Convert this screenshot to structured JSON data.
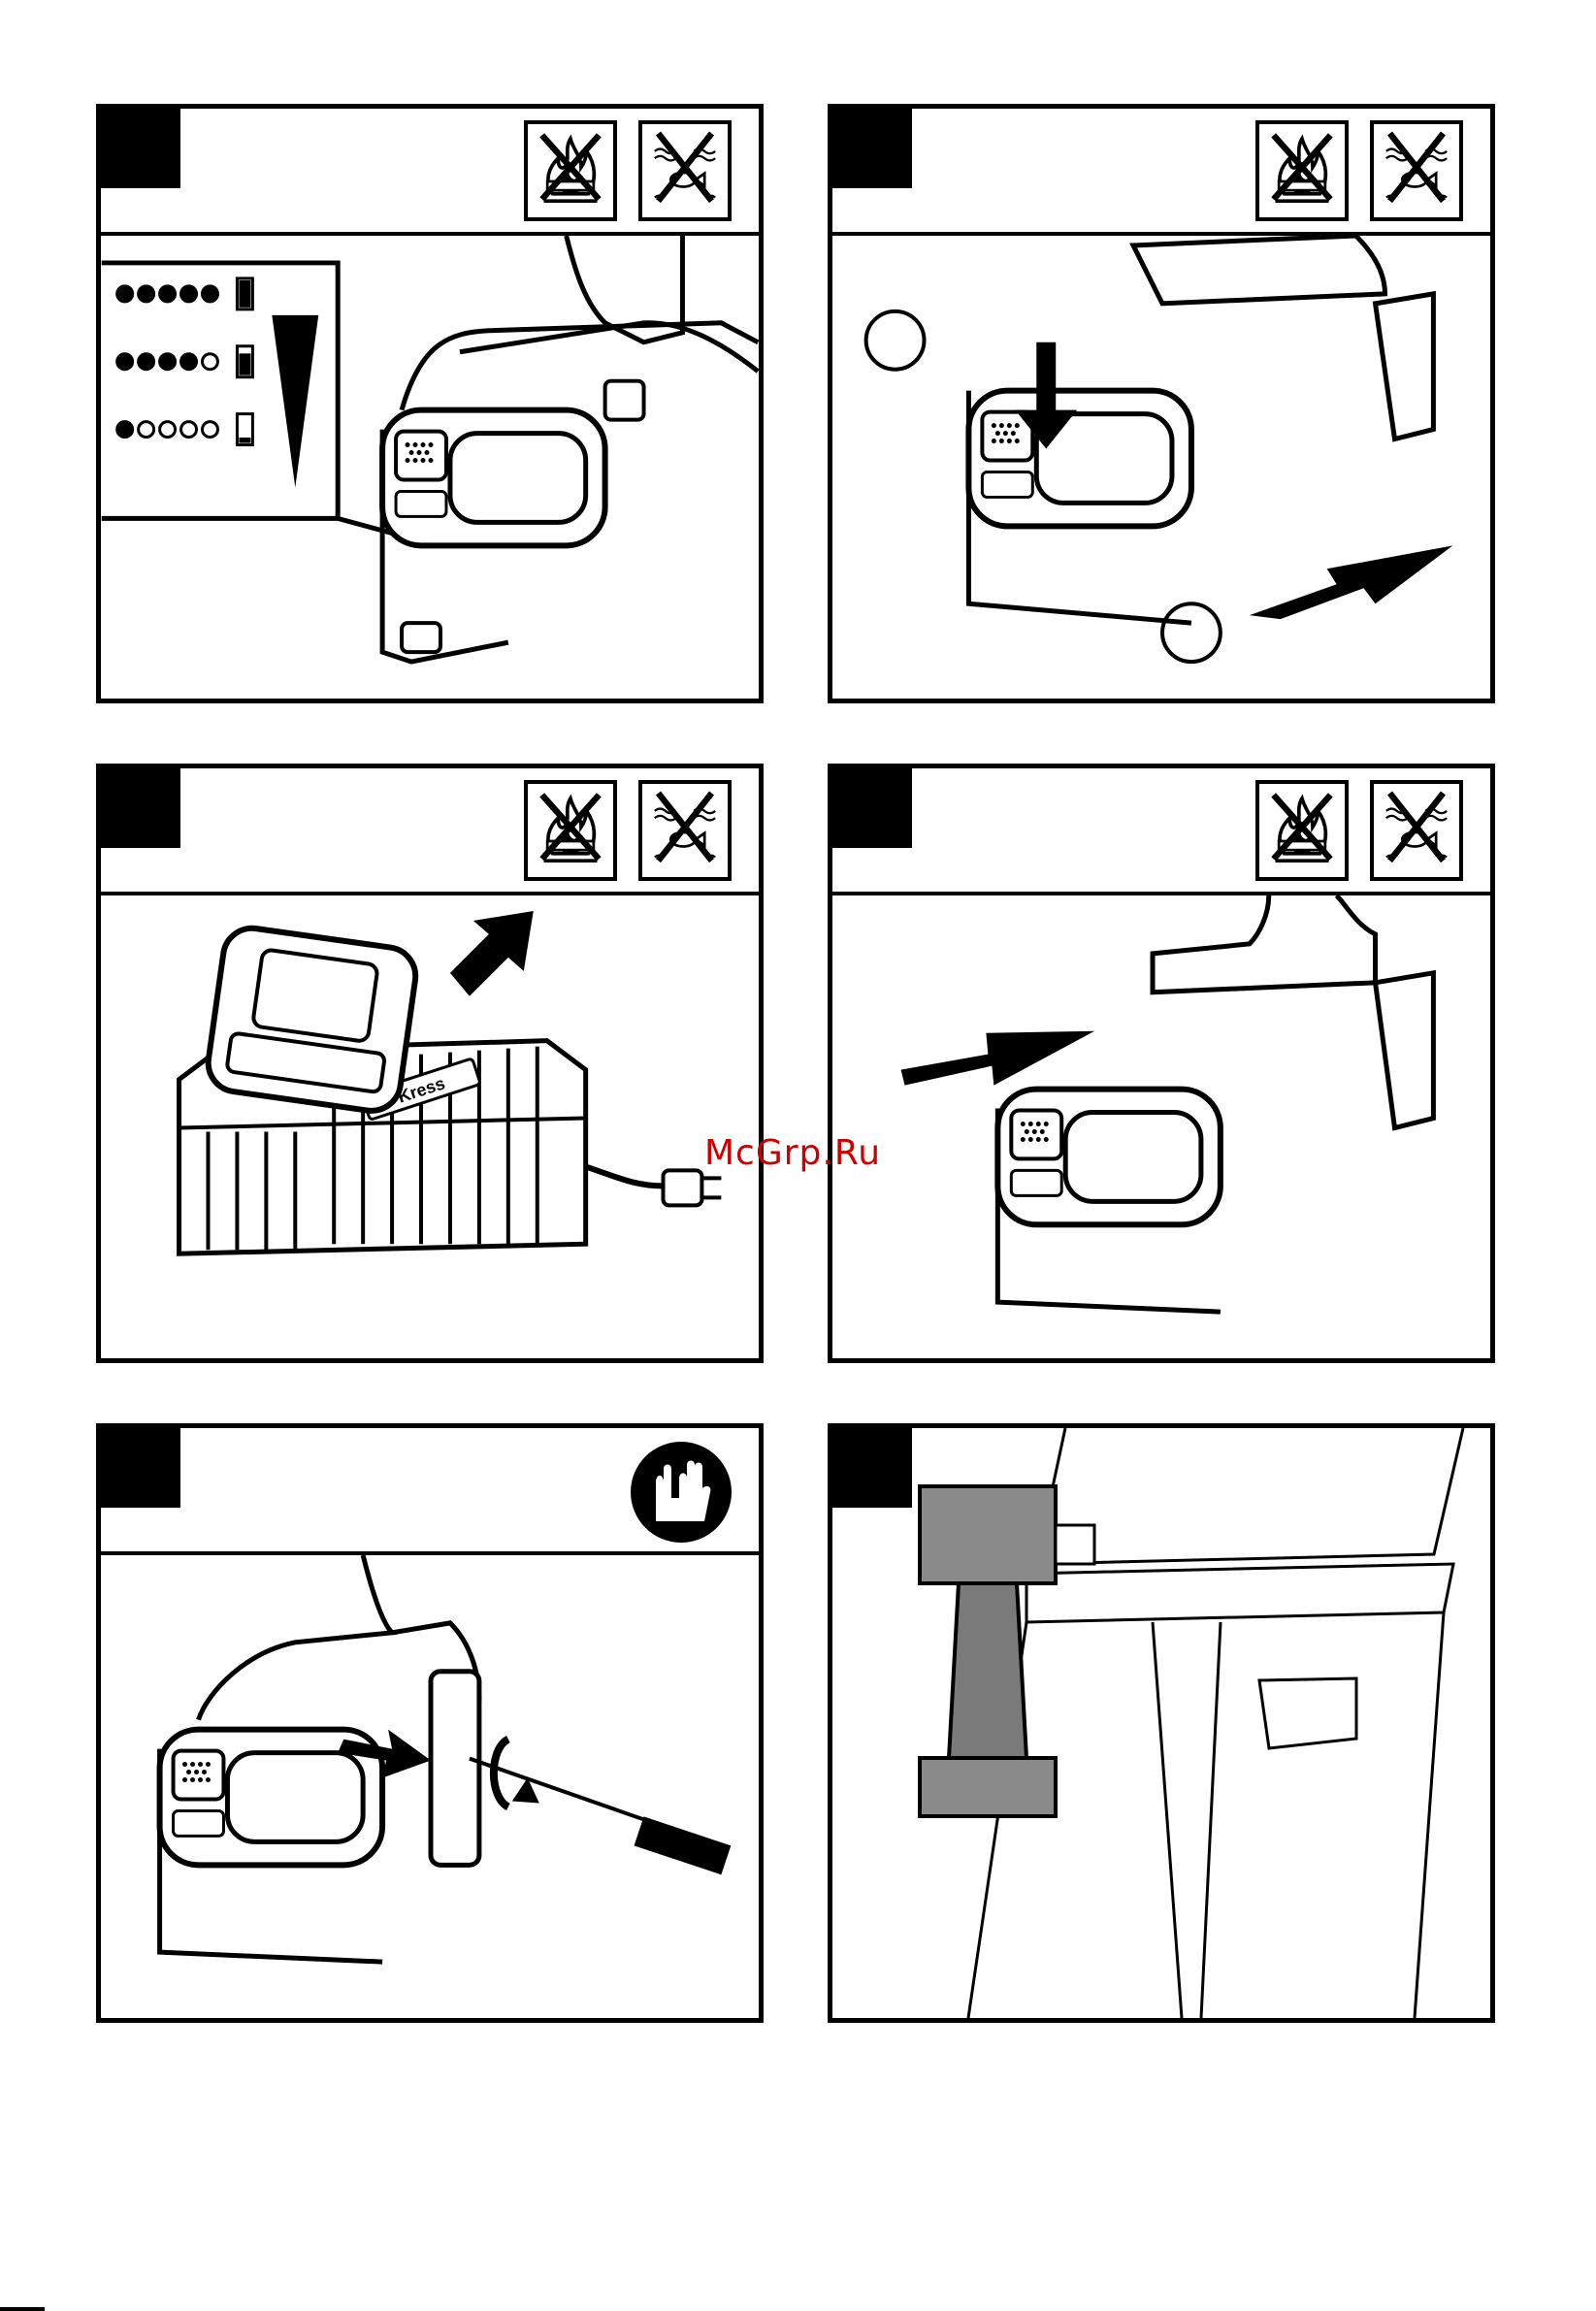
{
  "watermark": "McGrp.Ru",
  "panels": [
    {
      "id": "battery-level-indicator",
      "symbols": [
        "no-fire-icon",
        "no-water-disposal-icon"
      ]
    },
    {
      "id": "remove-battery",
      "symbols": [
        "no-fire-icon",
        "no-water-disposal-icon"
      ]
    },
    {
      "id": "charge-battery",
      "symbols": [
        "no-fire-icon",
        "no-water-disposal-icon"
      ],
      "charger_logo": "Kress"
    },
    {
      "id": "insert-battery",
      "symbols": [
        "no-fire-icon",
        "no-water-disposal-icon"
      ]
    },
    {
      "id": "attach-belt-clip",
      "symbols": [
        "wear-gloves-icon"
      ]
    },
    {
      "id": "belt-clip-wearing",
      "symbols": []
    }
  ],
  "battery_levels": [
    {
      "filled": 5,
      "total": 5
    },
    {
      "filled": 4,
      "total": 5
    },
    {
      "filled": 1,
      "total": 5
    }
  ],
  "colors": {
    "ink": "#000000",
    "paper": "#ffffff",
    "watermark": "#cc0000"
  }
}
